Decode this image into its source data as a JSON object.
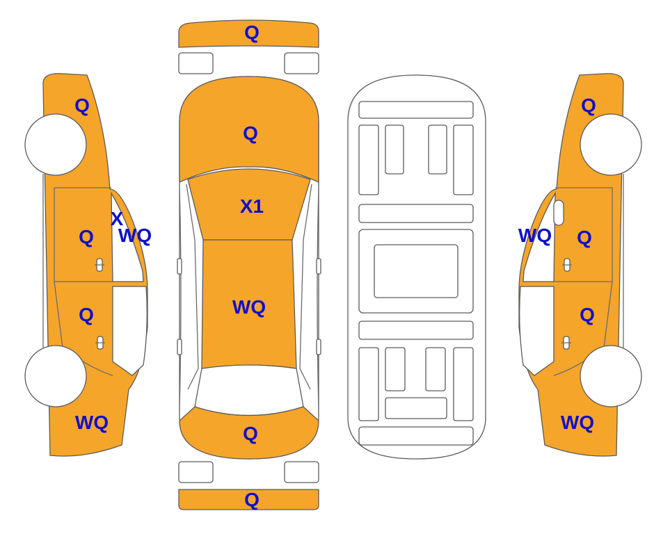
{
  "colors": {
    "damage_fill": "#f6a52b",
    "outline": "#5a5a5a",
    "label": "#1010c8",
    "background": "#ffffff"
  },
  "labels": {
    "front_bumper": "Q",
    "hood": "Q",
    "windshield_roof": "X1",
    "roof_rear": "WQ",
    "trunk": "Q",
    "rear_bumper": "Q",
    "left_front_fender": "Q",
    "left_pillar": "X",
    "left_a_pillar": "WQ",
    "left_front_door": "Q",
    "left_rear_door": "Q",
    "left_rear_quarter": "WQ",
    "right_front_fender": "Q",
    "right_a_pillar": "WQ",
    "right_front_door": "Q",
    "right_rear_door": "Q",
    "right_rear_quarter": "WQ"
  }
}
